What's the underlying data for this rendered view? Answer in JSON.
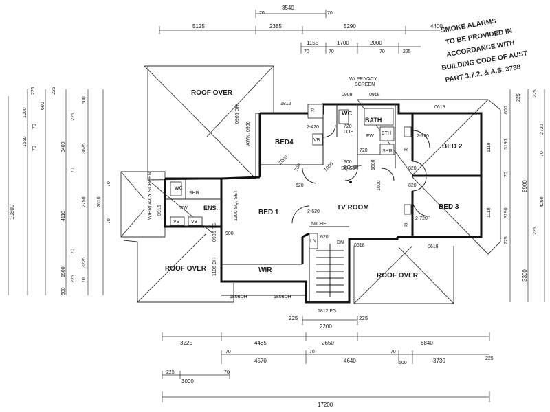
{
  "stamp": {
    "lines": [
      "SMOKE ALARMS",
      "TO BE PROVIDED IN",
      "ACCORDANCE WITH",
      "BUILDING CODE OF AUST",
      "PART 3.7.2. & A.S. 3788"
    ]
  },
  "roof_labels": [
    "ROOF OVER",
    "ROOF OVER",
    "ROOF OVER"
  ],
  "rooms": {
    "bed1": "BED 1",
    "bed2": "BED 2",
    "bed3": "BED 3",
    "bed4": "BED4",
    "tv_room": "TV ROOM",
    "wir": "WIR",
    "bath": "BATH",
    "wc_top": "WC",
    "wc_ens": "WC",
    "ens": "ENS.",
    "shr_ens": "SHR",
    "shr_bath": "SHR",
    "niche": "NICHE"
  },
  "fixtures": {
    "vb_bed4": "VB",
    "vb_ens_a": "VB",
    "vb_ens_b": "VB",
    "fw_bath": "FW",
    "fw_ens": "FW",
    "bth": "BTH",
    "r_wc": "R",
    "r_bed2": "R",
    "r_bed3": "R",
    "ln": "LN",
    "loh": "720\nLOH",
    "dn": "DN"
  },
  "openings": {
    "privacy_top": "W/ PRIVACY",
    "privacy_screen_top": "SCREEN",
    "w0909": "0909",
    "w0918": "0918",
    "w1812_top": "1812",
    "w0618_top": "0618",
    "w0618_a": "0618",
    "w0618_b": "0618",
    "d2_420": "2-420",
    "d720_loh": "720",
    "d720_b": "720",
    "d820_a": "820",
    "d820_b": "820",
    "d2_720_a": "2-720",
    "d2_720_b": "2-720",
    "d2_620": "2-620",
    "d620": "620",
    "d620_bed": "620",
    "d900_bed": "900",
    "d900_sq": "900\nSQ.SET",
    "d1200_sq": "1200\nSQ. SET",
    "d700_left": "700",
    "d1000": "1000",
    "d1000_b": "1000",
    "d1000_c": "1000",
    "w1812_fg": "1812 FG",
    "w1806_a": "1806DH",
    "w1806_b": "1806DH",
    "w0906_top": "0906\nDH",
    "w0906_awn": "AWN.\n0906",
    "w0906_fg": "0906\nFG",
    "w1106_dh": "1106\nDH",
    "w0915": "0915",
    "privacy_left": "W/PRIVACY SCREEN",
    "w1118_a": "1118",
    "w1118_b": "1118"
  },
  "dims_top": {
    "d3540": "3540",
    "d70a": "70",
    "d70b": "70",
    "d5125": "5125",
    "d2385": "2385",
    "d5290": "5290",
    "d4400": "4400",
    "d1155": "1155",
    "d1700": "1700",
    "d2000": "2000",
    "d70c": "70",
    "d70d": "70",
    "d70e": "70",
    "d225": "225"
  },
  "dims_left": {
    "d225a": "225",
    "d225b": "225",
    "d1000": "1000",
    "d600a": "600",
    "d600b": "600",
    "d1650": "1650",
    "d70a": "70",
    "d3400": "3400",
    "d3625": "3625",
    "d225c": "225",
    "d70b": "70",
    "d70c": "70",
    "d2750": "2750",
    "d2610": "2610",
    "d70d": "70",
    "d70e": "70",
    "d10800": "10800",
    "d4110": "4110",
    "d70f": "70",
    "d1500": "1500",
    "d3225": "3225",
    "d225d": "225",
    "d70g": "70",
    "d600c": "600"
  },
  "dims_right": {
    "d225a": "225",
    "d600": "600",
    "d225b": "225",
    "d2720": "2720",
    "d3190a": "3190",
    "d70a": "70",
    "d70b": "70",
    "d6900": "6900",
    "d3190b": "3190",
    "d4260": "4260",
    "d225c": "225",
    "d225d": "225",
    "d3300": "3300"
  },
  "dims_bottom": {
    "d225a": "225",
    "d2200": "2200",
    "d225b": "225",
    "d3225": "3225",
    "d4485": "4485",
    "d2650": "2650",
    "d6840": "6840",
    "d70a": "70",
    "d70b": "70",
    "d4570": "4570",
    "d4640": "4640",
    "d70c": "70",
    "d600": "600",
    "d3730": "3730",
    "d225c": "225",
    "d225d": "225",
    "d70d": "70",
    "d3000": "3000",
    "d17200": "17200"
  }
}
